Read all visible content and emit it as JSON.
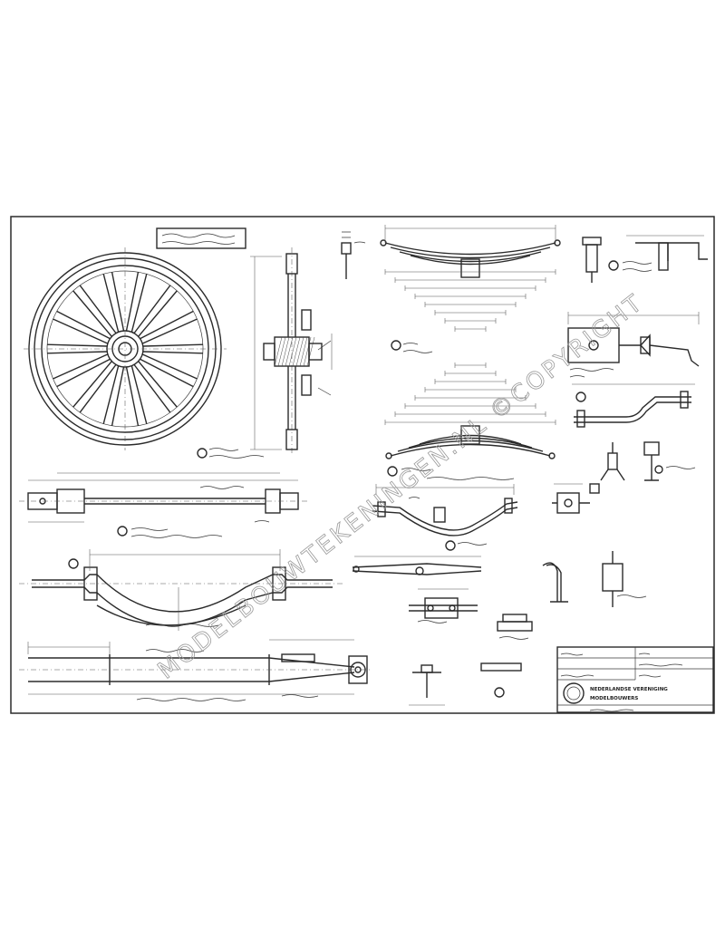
{
  "watermark": {
    "text": "MODELBOUWTEKENINGEN.NL ©COPYRIGHT"
  },
  "title_block": {
    "line1": "NEDERLANDSE VERENIGING",
    "line2": "MODELBOUWERS"
  },
  "colors": {
    "paper": "#ffffff",
    "ink": "#2b2b2b",
    "watermark": "#9a9a9a"
  }
}
